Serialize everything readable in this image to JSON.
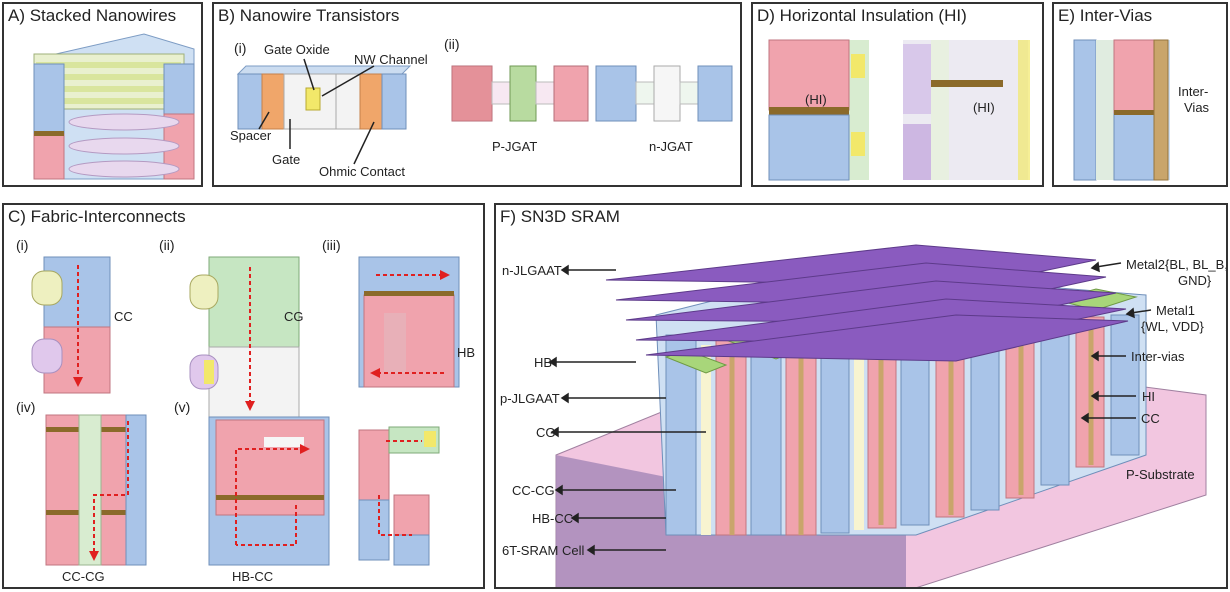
{
  "panels": {
    "A": {
      "title": "A) Stacked Nanowires"
    },
    "B": {
      "title": "B)  Nanowire Transistors",
      "sub_i": "(i)",
      "sub_ii": "(ii)",
      "labels": {
        "gate_oxide": "Gate Oxide",
        "nw_channel": "NW Channel",
        "spacer": "Spacer",
        "gate": "Gate",
        "ohmic": "Ohmic Contact",
        "pjgat": "P-JGAT",
        "njgat": "n-JGAT"
      }
    },
    "C": {
      "title": "C) Fabric-Interconnects",
      "subs": {
        "i": "(i)",
        "ii": "(ii)",
        "iii": "(iii)",
        "iv": "(iv)",
        "v": "(v)"
      },
      "labels": {
        "cc": "CC",
        "cg": "CG",
        "hb": "HB",
        "cccg": "CC-CG",
        "hbcc": "HB-CC"
      }
    },
    "D": {
      "title": "D)    Horizontal Insulation (HI)",
      "labels": {
        "hi1": "(HI)",
        "hi2": "(HI)"
      }
    },
    "E": {
      "title": "E) Inter-Vias",
      "label_line1": "Inter-",
      "label_line2": "Vias"
    },
    "F": {
      "title": "F)  SN3D SRAM",
      "left_labels": [
        "n-JLGAAT",
        "HB",
        "p-JLGAAT",
        "CG",
        "CC-CG",
        "HB-CC",
        "6T-SRAM Cell"
      ],
      "right_labels": {
        "metal2_l1": "Metal2{BL, BL_B,",
        "metal2_l2": "GND}",
        "metal1_l1": "Metal1",
        "metal1_l2": "{WL, VDD}",
        "intervias": "Inter-vias",
        "hi": "HI",
        "cc": "CC",
        "psub": "P-Substrate"
      }
    }
  },
  "colors": {
    "blue": "#a9c4e8",
    "pink": "#f0a3ad",
    "purple": "#8a5bbf",
    "green": "#a8d67a",
    "tan": "#c9a56b",
    "yellow": "#f2e86a",
    "orange": "#f0a66a",
    "arrow": "#e02020",
    "substrate": "#f2c6e0",
    "gold": "#9b7a2c"
  }
}
